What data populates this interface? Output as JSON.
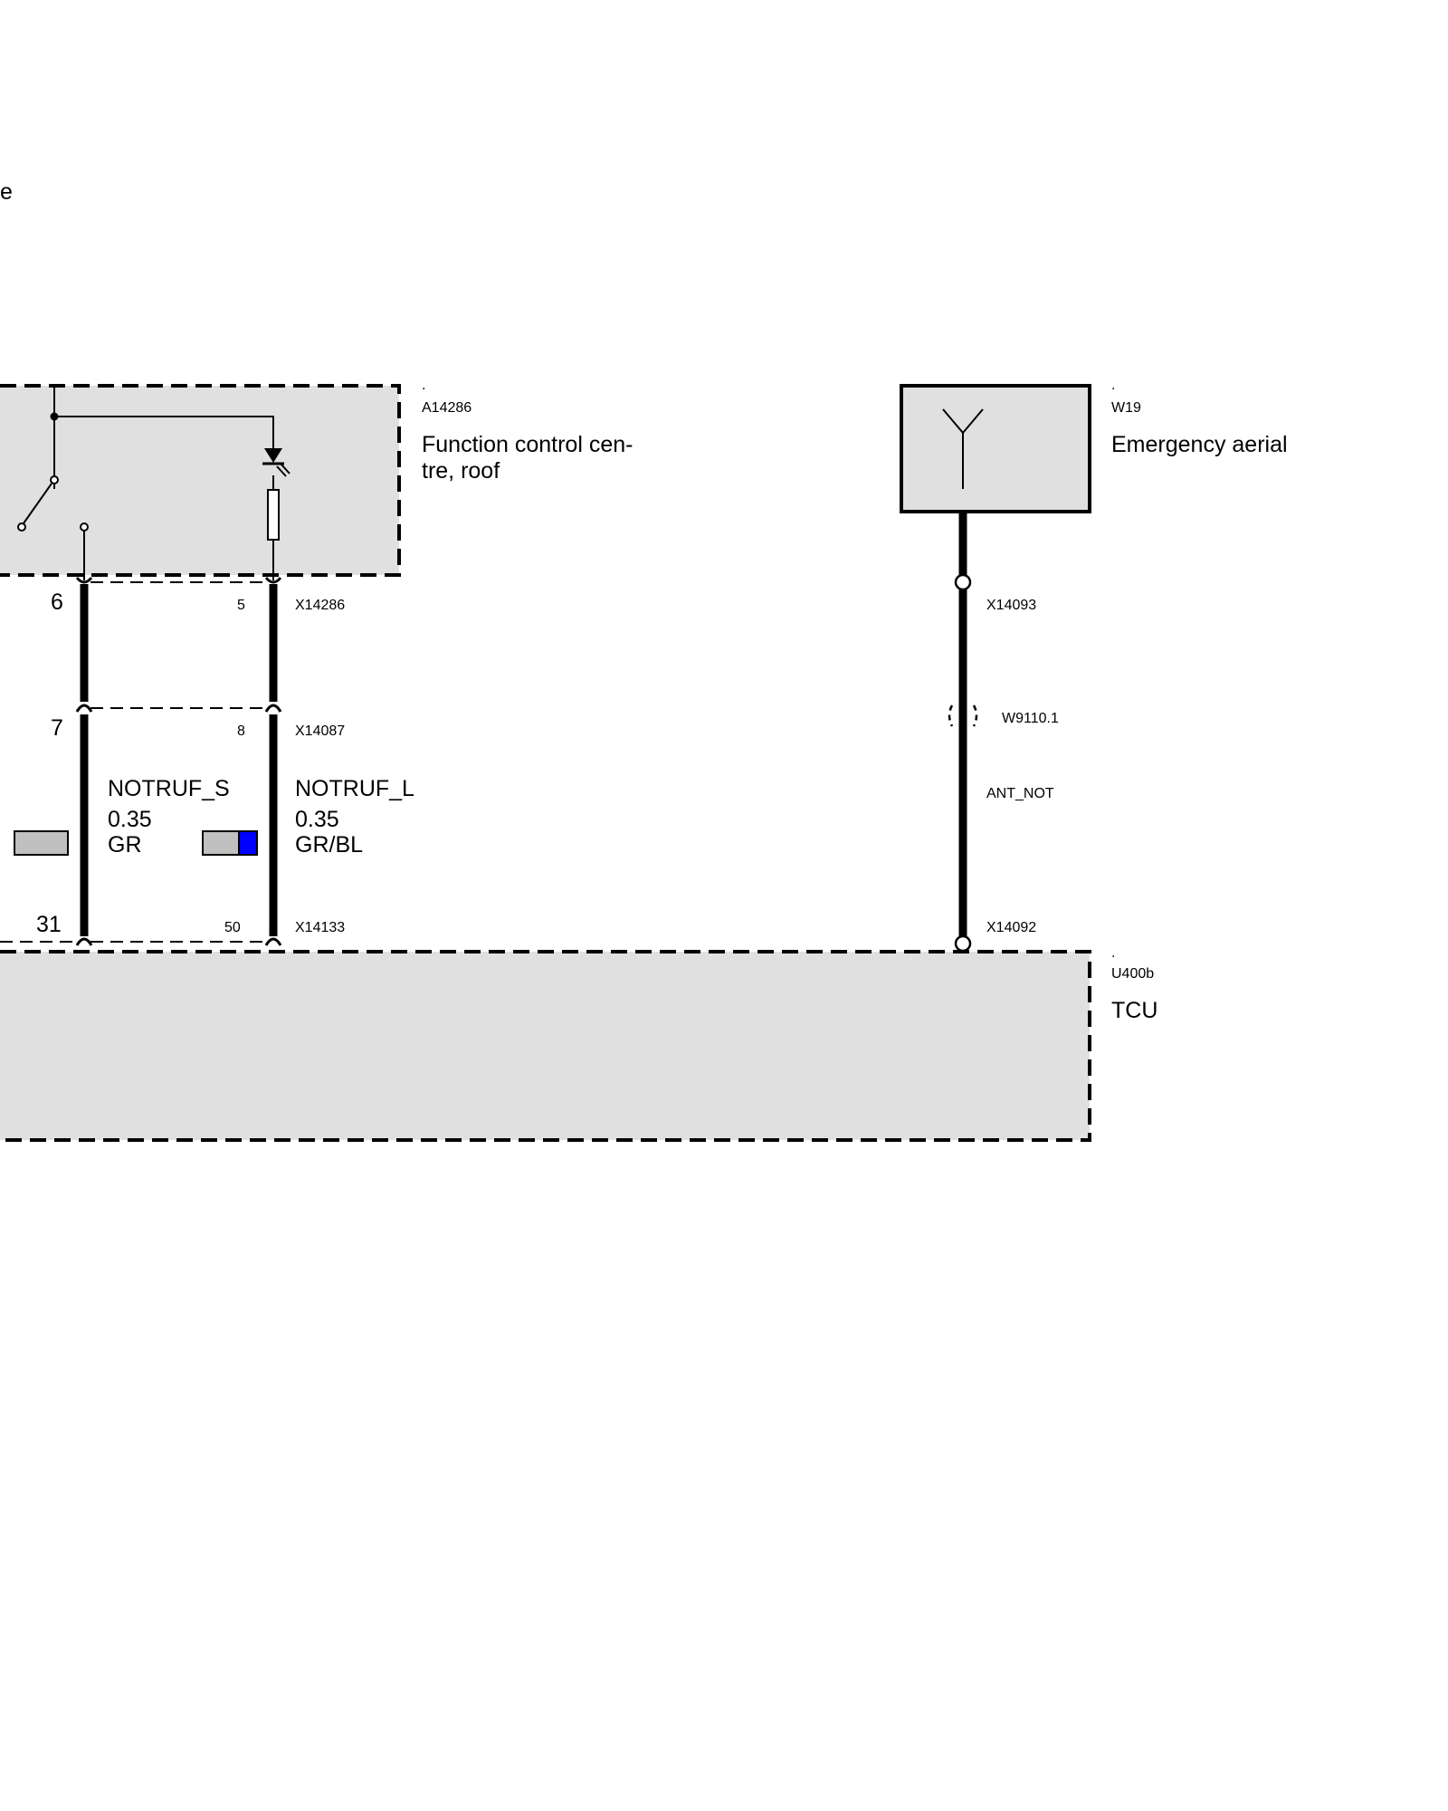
{
  "fragment_text": "e",
  "components": {
    "fcc": {
      "dot": ".",
      "id": "A14286",
      "name_line1": "Function control cen-",
      "name_line2": "tre, roof"
    },
    "aerial": {
      "dot": ".",
      "id": "W19",
      "name": "Emergency aerial"
    },
    "tcu": {
      "dot": ".",
      "id": "U400b",
      "name": "TCU"
    }
  },
  "connectors": {
    "x14286": {
      "id": "X14286",
      "pin_left": "6",
      "pin_right": "5"
    },
    "x14087": {
      "id": "X14087",
      "pin_left": "7",
      "pin_right": "8"
    },
    "x14133": {
      "id": "X14133",
      "pin_left": "31",
      "pin_right": "50"
    },
    "x14093": {
      "id": "X14093"
    },
    "x14092": {
      "id": "X14092"
    },
    "w9110": {
      "id": "W9110.1"
    }
  },
  "wires": [
    {
      "signal": "NOTRUF_S",
      "gauge": "0.35",
      "color_code": "GR",
      "colors": [
        "#c0c0c0"
      ]
    },
    {
      "signal": "NOTRUF_L",
      "gauge": "0.35",
      "color_code": "GR/BL",
      "colors": [
        "#c0c0c0",
        "#0000ff"
      ]
    },
    {
      "signal": "ANT_NOT"
    }
  ],
  "colors": {
    "box_fill": "#e0e0e0",
    "gray_wire": "#c0c0c0",
    "blue_wire": "#0000ff"
  }
}
